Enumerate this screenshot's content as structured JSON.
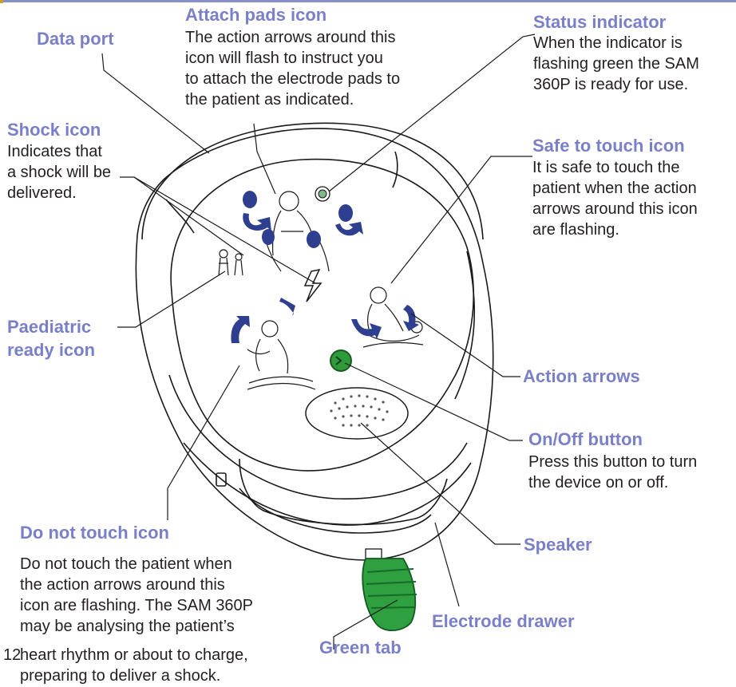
{
  "colors": {
    "heading": "#7a80c8",
    "body": "#231f20",
    "arrow": "#2e3f8f",
    "button_green": "#2e9a3a",
    "tab_green": "#2ea040"
  },
  "labels": {
    "attach_pads": {
      "title": "Attach pads icon",
      "lines": [
        "The action arrows around this",
        "icon will flash to instruct you",
        "to attach the electrode pads to",
        "the patient as indicated."
      ]
    },
    "data_port": {
      "title": "Data port"
    },
    "status_indicator": {
      "title": "Status indicator",
      "lines": [
        "When the indicator is",
        "flashing green the SAM",
        "360P is ready for use."
      ]
    },
    "shock_icon": {
      "title": "Shock icon",
      "lines": [
        "Indicates that",
        "a shock will be",
        "delivered."
      ]
    },
    "safe_to_touch": {
      "title": "Safe to touch icon",
      "lines": [
        "It is safe to touch the",
        "patient when the action",
        "arrows around this icon",
        "are flashing."
      ]
    },
    "paediatric": {
      "title_lines": [
        "Paediatric",
        "ready icon"
      ]
    },
    "action_arrows": {
      "title": "Action arrows"
    },
    "on_off": {
      "title": "On/Off button",
      "lines": [
        "Press this button to turn",
        "the device on or off."
      ]
    },
    "do_not_touch": {
      "title": "Do not touch icon",
      "lines": [
        "Do not touch the patient when",
        "the action arrows around this",
        "icon are flashing. The SAM 360P",
        "may be analysing the patient’s",
        "heart rhythm or about to charge,",
        "preparing to deliver a shock."
      ]
    },
    "speaker": {
      "title": "Speaker"
    },
    "green_tab": {
      "title": "Green tab"
    },
    "electrode_drawer": {
      "title": "Electrode drawer"
    }
  },
  "page_number": "12"
}
